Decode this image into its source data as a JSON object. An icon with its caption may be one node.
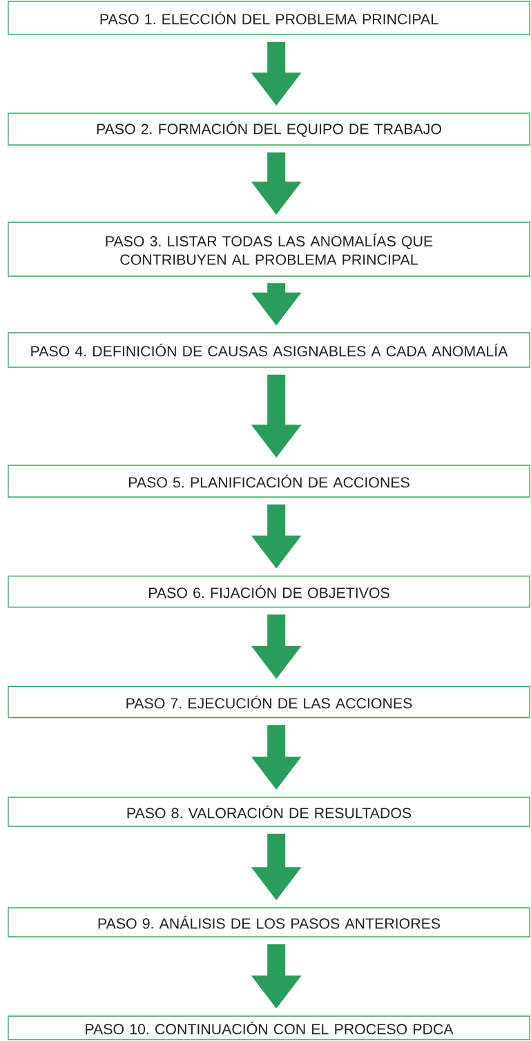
{
  "diagram": {
    "nodes": [
      {
        "text": [
          "PASO 1. ELECCIÓN DEL PROBLEMA PRINCIPAL"
        ]
      },
      {
        "text": [
          "PASO 2. FORMACIÓN DEL EQUIPO DE TRABAJO"
        ]
      },
      {
        "text": [
          "PASO 3. LISTAR TODAS LAS ANOMALÍAS QUE CONTRIBUYEN AL PROBLEMA PRINCIPAL"
        ]
      },
      {
        "text": [
          "PASO 4. DEFINICIÓN DE CAUSAS ASIGNABLES A CADA ANOMALÍA"
        ]
      },
      {
        "text": [
          "PASO 5. PLANIFICACIÓN DE ACCIONES"
        ]
      },
      {
        "text": [
          "PASO 6. FIJACIÓN DE OBJETIVOS"
        ]
      },
      {
        "text": [
          "PASO 7. EJECUCIÓN DE LAS ACCIONES"
        ]
      },
      {
        "text": [
          "PASO 8. VALORACIÓN DE RESULTADOS"
        ]
      },
      {
        "text": [
          "PASO 9. ANÁLISIS DE LOS PASOS ANTERIORES"
        ]
      },
      {
        "text": [
          "PASO 10. CONTINUACIÓN CON EL PROCESO PDCA"
        ]
      }
    ],
    "edges": [
      {
        "from": 0,
        "to": 1,
        "arrow": "to"
      },
      {
        "from": 1,
        "to": 2,
        "arrow": "to"
      },
      {
        "from": 2,
        "to": 3,
        "arrow": "to"
      },
      {
        "from": 3,
        "to": 4,
        "arrow": "to"
      },
      {
        "from": 4,
        "to": 5,
        "arrow": "to"
      },
      {
        "from": 5,
        "to": 6,
        "arrow": "to"
      },
      {
        "from": 6,
        "to": 7,
        "arrow": "to"
      },
      {
        "from": 7,
        "to": 8,
        "arrow": "to"
      },
      {
        "from": 8,
        "to": 9,
        "arrow": "to"
      }
    ]
  }
}
